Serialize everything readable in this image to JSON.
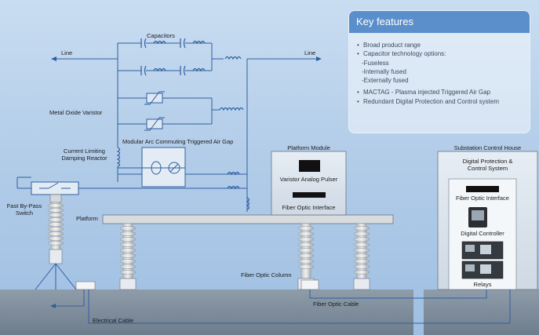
{
  "diagram": {
    "labels": {
      "line_left": "Line",
      "line_right": "Line",
      "capacitors": "Capacitors",
      "mov": "Metal Oxide Varistor",
      "mactag": "Modular Arc Commuting Triggered Air Gap",
      "current_limiting": "Current Limiting\nDamping Reactor",
      "fast_bypass": "Fast By-Pass\nSwitch",
      "platform": "Platform",
      "platform_module": "Platform Module",
      "varistor_pulser": "Varistor Analog Pulser",
      "fiber_interface_module": "Fiber Optic Interface",
      "fiber_column": "Fiber Optic Column",
      "fiber_cable": "Fiber Optic Cable",
      "electrical_cable": "Electrical Cable",
      "substation": "Substation Control House",
      "dpcs": "Digital Protection &\nControl System",
      "fiber_interface_house": "Fiber Optic Interface",
      "digital_controller": "Digital Controller",
      "relays": "Relays"
    }
  },
  "key_features": {
    "title": "Key features",
    "items": [
      {
        "text": "Broad product range",
        "bullet": "•",
        "level": 0
      },
      {
        "text": "Capacitor technology options:",
        "bullet": "•",
        "level": 0
      },
      {
        "text": "-Fuseless",
        "bullet": "",
        "level": 1
      },
      {
        "text": "-Internally fused",
        "bullet": "",
        "level": 1
      },
      {
        "text": "-Externally fused",
        "bullet": "",
        "level": 1
      },
      {
        "text": "MACTAG - Plasma injected Triggered Air Gap",
        "bullet": "•",
        "level": 0
      },
      {
        "text": "Redundant Digital Protection and Control system",
        "bullet": "•",
        "level": 0
      }
    ]
  },
  "colors": {
    "wire": "#2f5fa0",
    "ground": "#7a8996",
    "panel_title": "#5b8fcb"
  }
}
